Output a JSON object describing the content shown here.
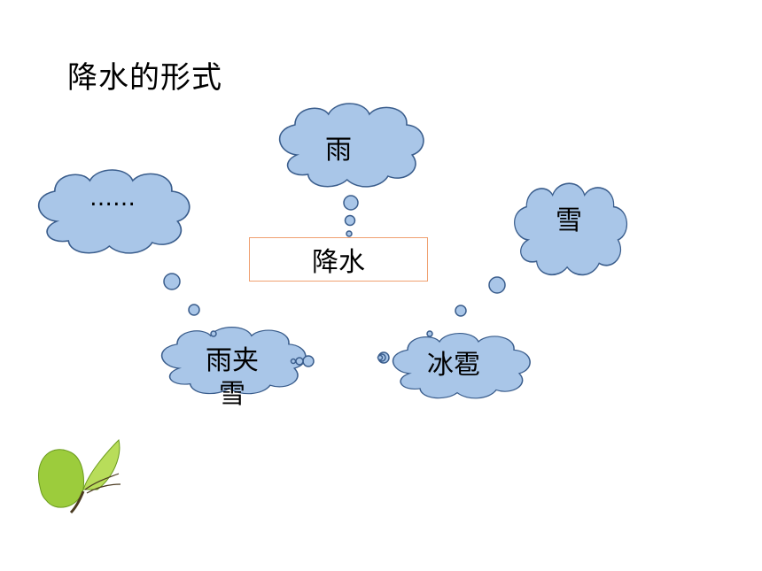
{
  "title": "降水的形式",
  "center": "降水",
  "clouds": {
    "rain": "雨",
    "etc": "……",
    "snow": "雪",
    "sleet_line1": "雨夹",
    "sleet_line2": "雪",
    "hail": "冰雹"
  },
  "colors": {
    "cloud_fill": "#a9c6e8",
    "cloud_stroke": "#3a5d8c",
    "box_border": "#f0a070",
    "leaf_green": "#9ccc3c"
  }
}
